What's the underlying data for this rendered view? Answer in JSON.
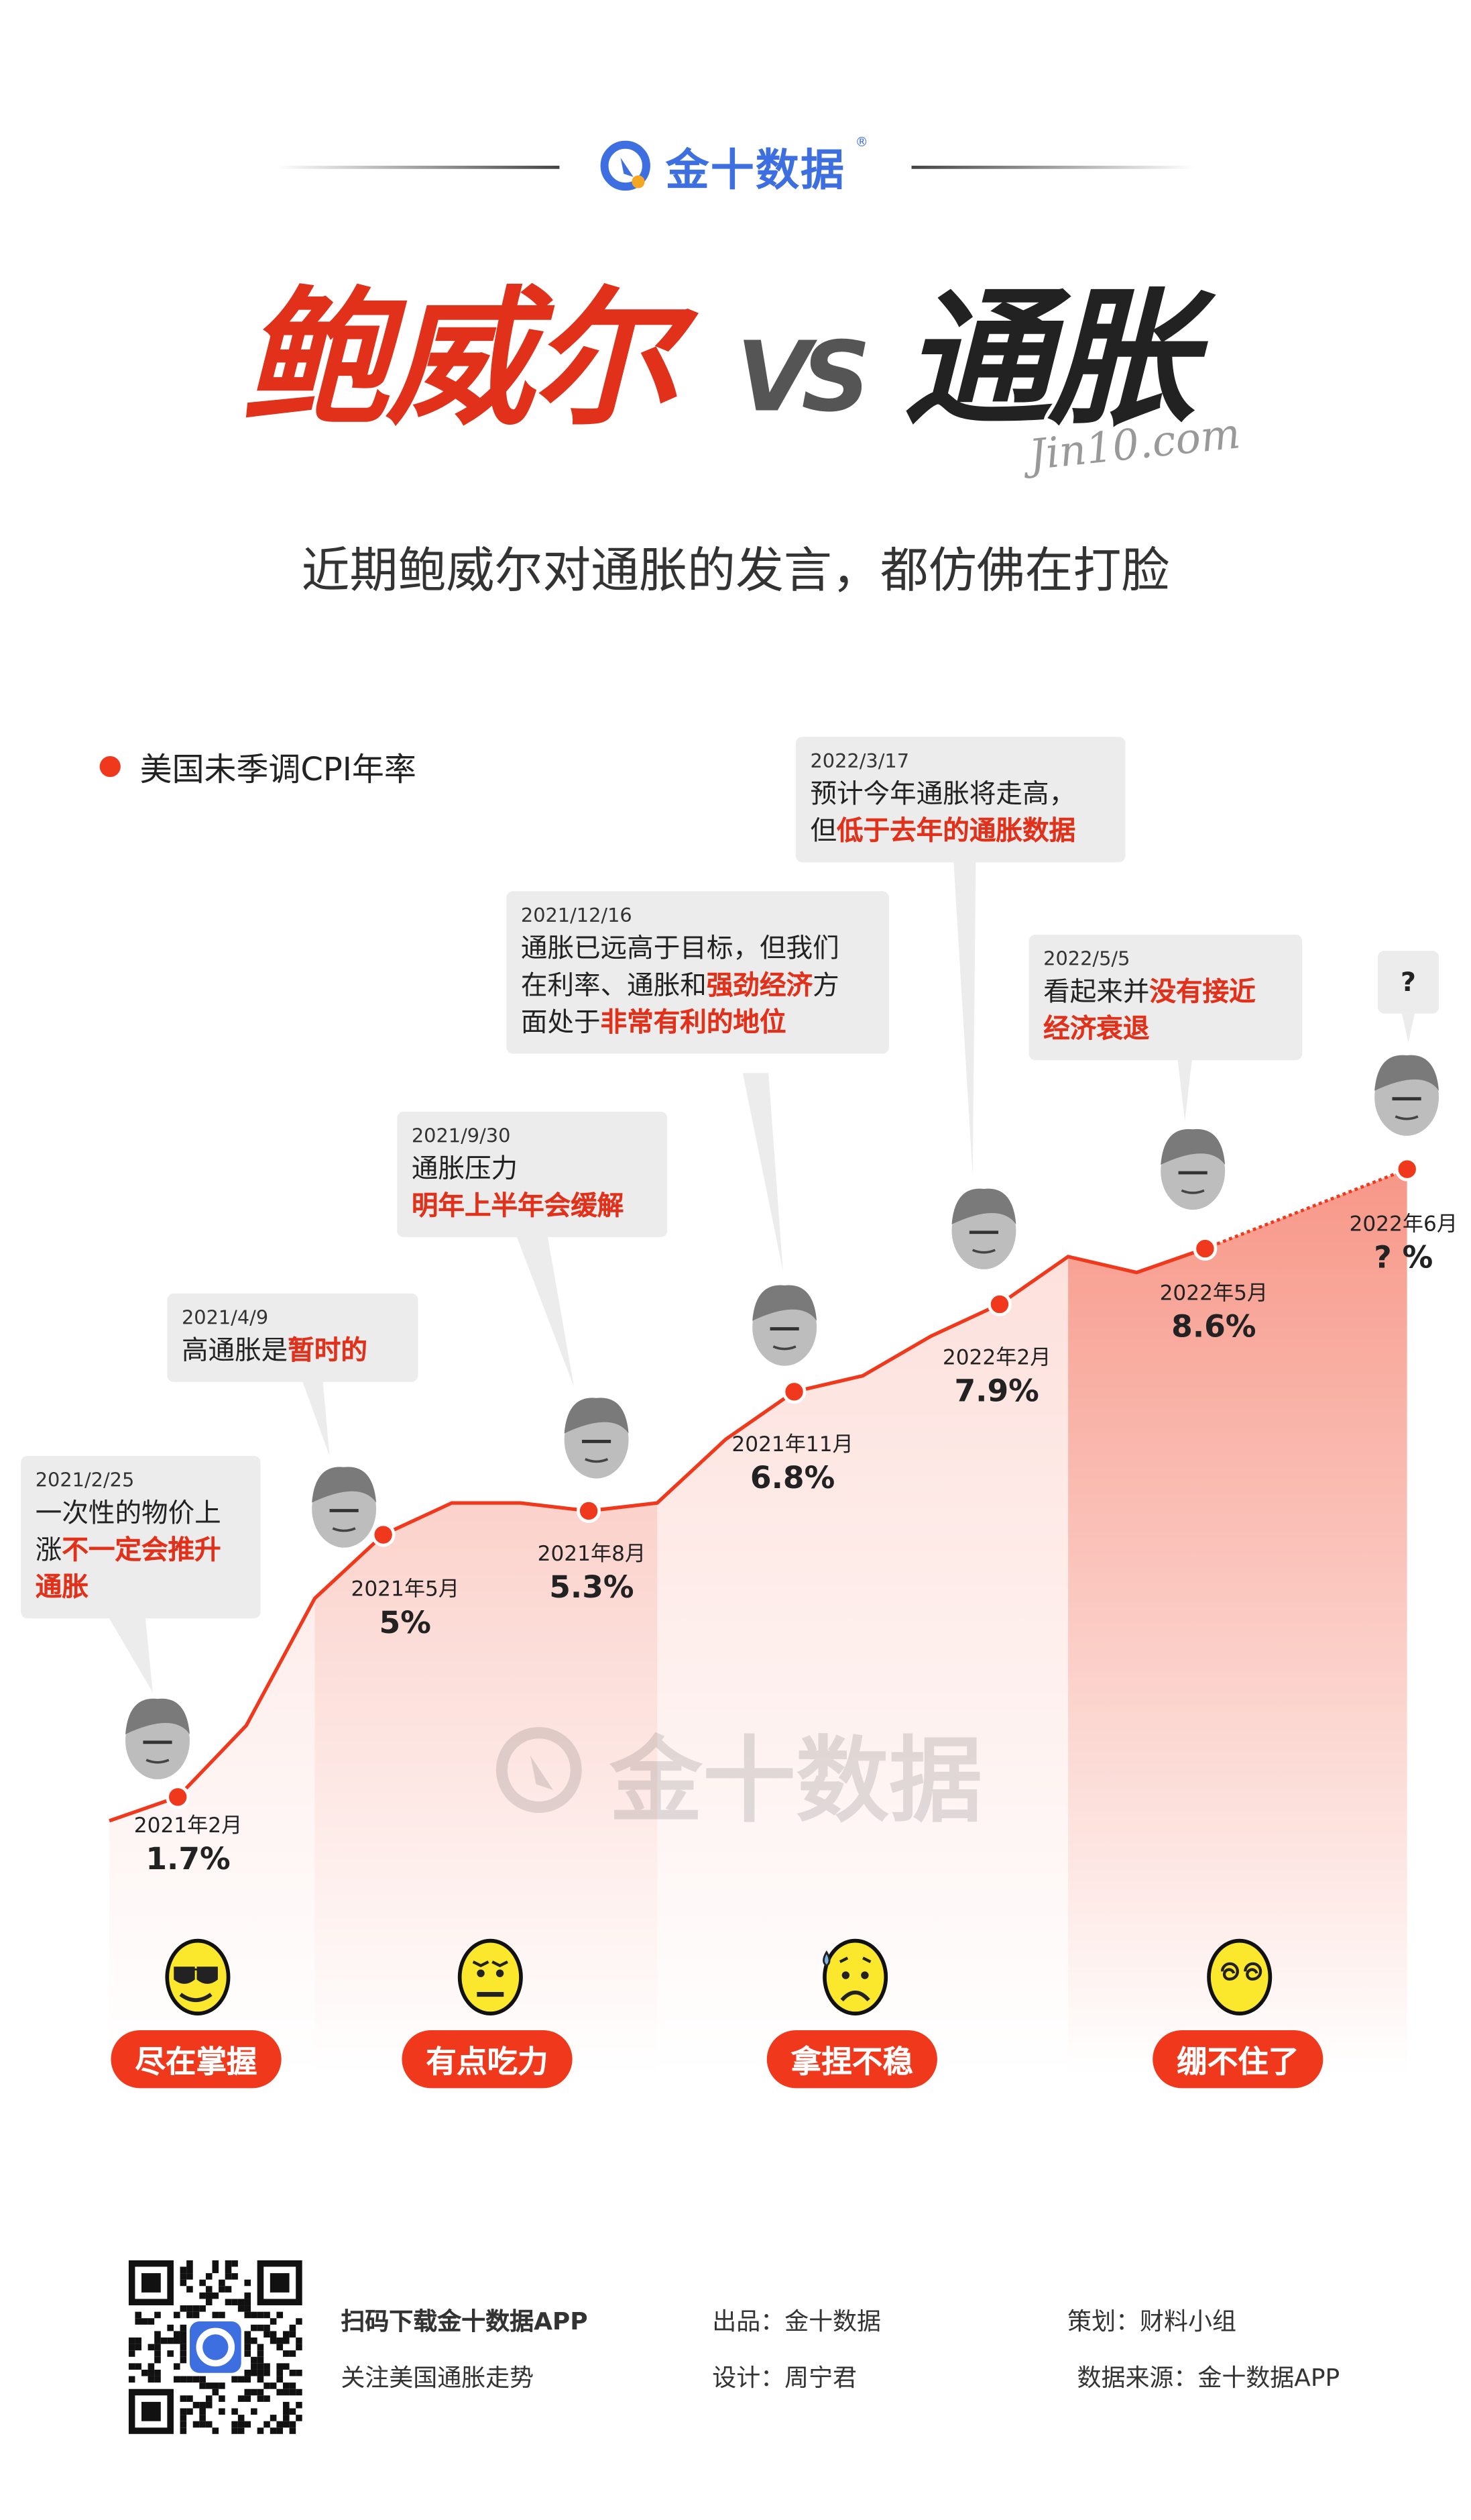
{
  "brand": {
    "name": "金十数据",
    "registered": "®",
    "url_watermark": "Jin10.com"
  },
  "title": {
    "part1": "鲍威尔",
    "vs": "VS",
    "part2": "通胀"
  },
  "subtitle": "近期鲍威尔对通胀的发言，都仿佛在打脸",
  "colors": {
    "accent": "#f0391c",
    "brand_blue": "#3d6fe0",
    "bubble": "#ececec"
  },
  "chart_data": {
    "type": "line",
    "title": "美国未季调CPI年率",
    "unit": "%",
    "months": [
      "2021-01",
      "2021-02",
      "2021-03",
      "2021-04",
      "2021-05",
      "2021-06",
      "2021-07",
      "2021-08",
      "2021-09",
      "2021-10",
      "2021-11",
      "2021-12",
      "2022-01",
      "2022-02",
      "2022-03",
      "2022-04",
      "2022-05"
    ],
    "values": [
      1.4,
      1.7,
      2.6,
      4.2,
      5.0,
      5.4,
      5.4,
      5.3,
      5.4,
      6.2,
      6.8,
      7.0,
      7.5,
      7.9,
      8.5,
      8.3,
      8.6
    ],
    "labeled_points": [
      {
        "index": 1,
        "month": "2021年2月",
        "value_label": "1.7%"
      },
      {
        "index": 4,
        "month": "2021年5月",
        "value_label": "5%"
      },
      {
        "index": 7,
        "month": "2021年8月",
        "value_label": "5.3%"
      },
      {
        "index": 10,
        "month": "2021年11月",
        "value_label": "6.8%"
      },
      {
        "index": 13,
        "month": "2022年2月",
        "value_label": "7.9%"
      },
      {
        "index": 16,
        "month": "2022年5月",
        "value_label": "8.6%"
      }
    ],
    "projected_point": {
      "month": "2022年6月",
      "value_label": "? %",
      "value": 9.6,
      "style": "dotted"
    },
    "phases": [
      {
        "from": 0,
        "to": 3,
        "intensity": "light"
      },
      {
        "from": 3,
        "to": 8,
        "intensity": "medium"
      },
      {
        "from": 8,
        "to": 14,
        "intensity": "light"
      },
      {
        "from": 14,
        "to": 18.95,
        "intensity": "strong"
      }
    ],
    "ylim": [
      0,
      10
    ]
  },
  "quotes": [
    {
      "date": "2021/2/25",
      "lines": [
        [
          {
            "t": "一次性的物价上"
          }
        ],
        [
          {
            "t": "涨"
          },
          {
            "t": "不一定会推升",
            "hl": true
          }
        ],
        [
          {
            "t": "通胀",
            "hl": true
          }
        ]
      ]
    },
    {
      "date": "2021/4/9",
      "lines": [
        [
          {
            "t": "高通胀是"
          },
          {
            "t": "暂时的",
            "hl": true
          }
        ]
      ]
    },
    {
      "date": "2021/9/30",
      "lines": [
        [
          {
            "t": "通胀压力"
          }
        ],
        [
          {
            "t": "明年上半年会缓解",
            "hl": true
          }
        ]
      ]
    },
    {
      "date": "2021/12/16",
      "lines": [
        [
          {
            "t": "通胀已远高于目标，但我们"
          }
        ],
        [
          {
            "t": "在利率、通胀和"
          },
          {
            "t": "强劲经济",
            "hl": true
          },
          {
            "t": "方"
          }
        ],
        [
          {
            "t": "面处于"
          },
          {
            "t": "非常有利的地位",
            "hl": true
          }
        ]
      ]
    },
    {
      "date": "2022/3/17",
      "lines": [
        [
          {
            "t": "预计今年通胀将走高，"
          }
        ],
        [
          {
            "t": "但"
          },
          {
            "t": "低于去年的通胀数据",
            "hl": true
          }
        ]
      ]
    },
    {
      "date": "2022/5/5",
      "lines": [
        [
          {
            "t": "看起来并"
          },
          {
            "t": "没有接近",
            "hl": true
          }
        ],
        [
          {
            "t": "经济衰退",
            "hl": true
          }
        ]
      ]
    },
    {
      "date": "",
      "lines": [
        [
          {
            "t": "?",
            "hl": false
          }
        ]
      ]
    }
  ],
  "moods": [
    {
      "label": "尽在掌握",
      "emoji": "sunglasses-face"
    },
    {
      "label": "有点吃力",
      "emoji": "tense-face"
    },
    {
      "label": "拿捏不稳",
      "emoji": "sweat-frown-face"
    },
    {
      "label": "绷不住了",
      "emoji": "dizzy-face"
    }
  ],
  "footer": {
    "qr_caption": "扫码下载金十数据APP",
    "qr_sub": "关注美国通胀走势",
    "producer": "出品：金十数据",
    "designer": "设计：周宁君",
    "planner": "策划：财料小组",
    "source": "数据来源：金十数据APP"
  }
}
